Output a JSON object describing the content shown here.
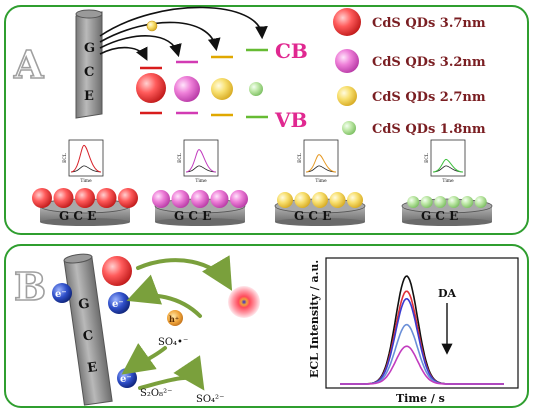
{
  "panel_a": {
    "label": "A",
    "electrode_text": [
      "G",
      "C",
      "E"
    ],
    "band_cb": "CB",
    "band_vb": "VB",
    "legend": [
      {
        "text": "CdS QDs 3.7nm",
        "color": "#e8303a"
      },
      {
        "text": "CdS QDs 3.2nm",
        "color": "#e463c8"
      },
      {
        "text": "CdS QDs 2.7nm",
        "color": "#f2d23a"
      },
      {
        "text": "CdS QDs 1.8nm",
        "color": "#a6dc84"
      }
    ],
    "ecl_mini": {
      "ylabel": "ECL",
      "xlabel": "Time"
    },
    "electrode_base_text": "G  C  E",
    "curve_colors": [
      "#d8232a",
      "#c23cbf",
      "#e69a25",
      "#3fbf3f"
    ]
  },
  "panel_b": {
    "label": "B",
    "electrode_text": [
      "G",
      "C",
      "E"
    ],
    "electron": "e⁻",
    "hole": "h⁺",
    "so4_radical": "SO₄•⁻",
    "s2o8": "S₂O₈²⁻",
    "so4": "SO₄²⁻",
    "chart_ylabel": "ECL Intensity / a.u.",
    "chart_xlabel": "Time / s",
    "annotation": "DA"
  },
  "chart_data": {
    "type": "line",
    "xlabel": "Time / s",
    "ylabel": "ECL Intensity / a.u.",
    "annotation": "DA",
    "series": [
      {
        "color": "#111111",
        "peak": 1.0
      },
      {
        "color": "#e0323a",
        "peak": 0.86
      },
      {
        "color": "#3a3ad0",
        "peak": 0.79
      },
      {
        "color": "#6a8fd8",
        "peak": 0.55
      },
      {
        "color": "#c23cbf",
        "peak": 0.35
      }
    ]
  },
  "colors": {
    "frame_green": "#2f9e2f",
    "cb_color": "#e02890",
    "vb_color": "#e02890",
    "electrode_gray": "#8d8d8d",
    "arrow_green": "#7aa03c",
    "electron_blue": "#1f3fa8"
  }
}
